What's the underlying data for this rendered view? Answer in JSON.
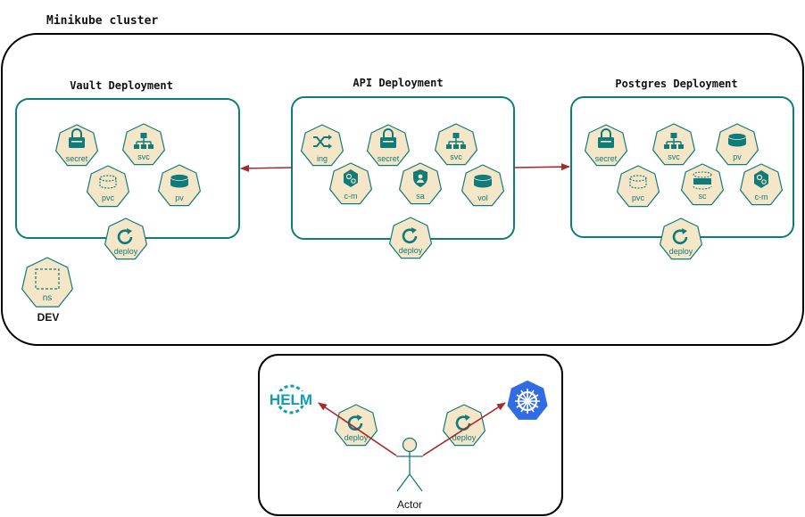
{
  "cluster": {
    "title": "Minikube cluster",
    "namespace_label": "DEV",
    "namespace_icon_label": "ns"
  },
  "vault": {
    "title": "Vault Deployment",
    "icons": {
      "secret": "secret",
      "svc": "svc",
      "pvc": "pvc",
      "pv": "pv"
    },
    "deploy_label": "deploy"
  },
  "api": {
    "title": "API Deployment",
    "icons": {
      "ing": "ing",
      "secret": "secret",
      "svc": "svc",
      "cm": "c-m",
      "sa": "sa",
      "vol": "vol"
    },
    "deploy_label": "deploy"
  },
  "postgres": {
    "title": "Postgres Deployment",
    "icons": {
      "secret": "secret",
      "svc": "svc",
      "pv": "pv",
      "pvc": "pvc",
      "sc": "sc",
      "cm": "c-m"
    },
    "deploy_label": "deploy"
  },
  "tools": {
    "helm_logo_text": "HELM",
    "helm_deploy_label": "deploy",
    "k8s_deploy_label": "deploy",
    "actor_label": "Actor"
  },
  "colors": {
    "box_stroke": "#0f7b7b",
    "icon_fill": "#f5e6c8",
    "icon_stroke": "#0f7b7b",
    "arrow": "#a52a2a",
    "helm": "#0f9db5",
    "k8s": "#326ce5"
  }
}
